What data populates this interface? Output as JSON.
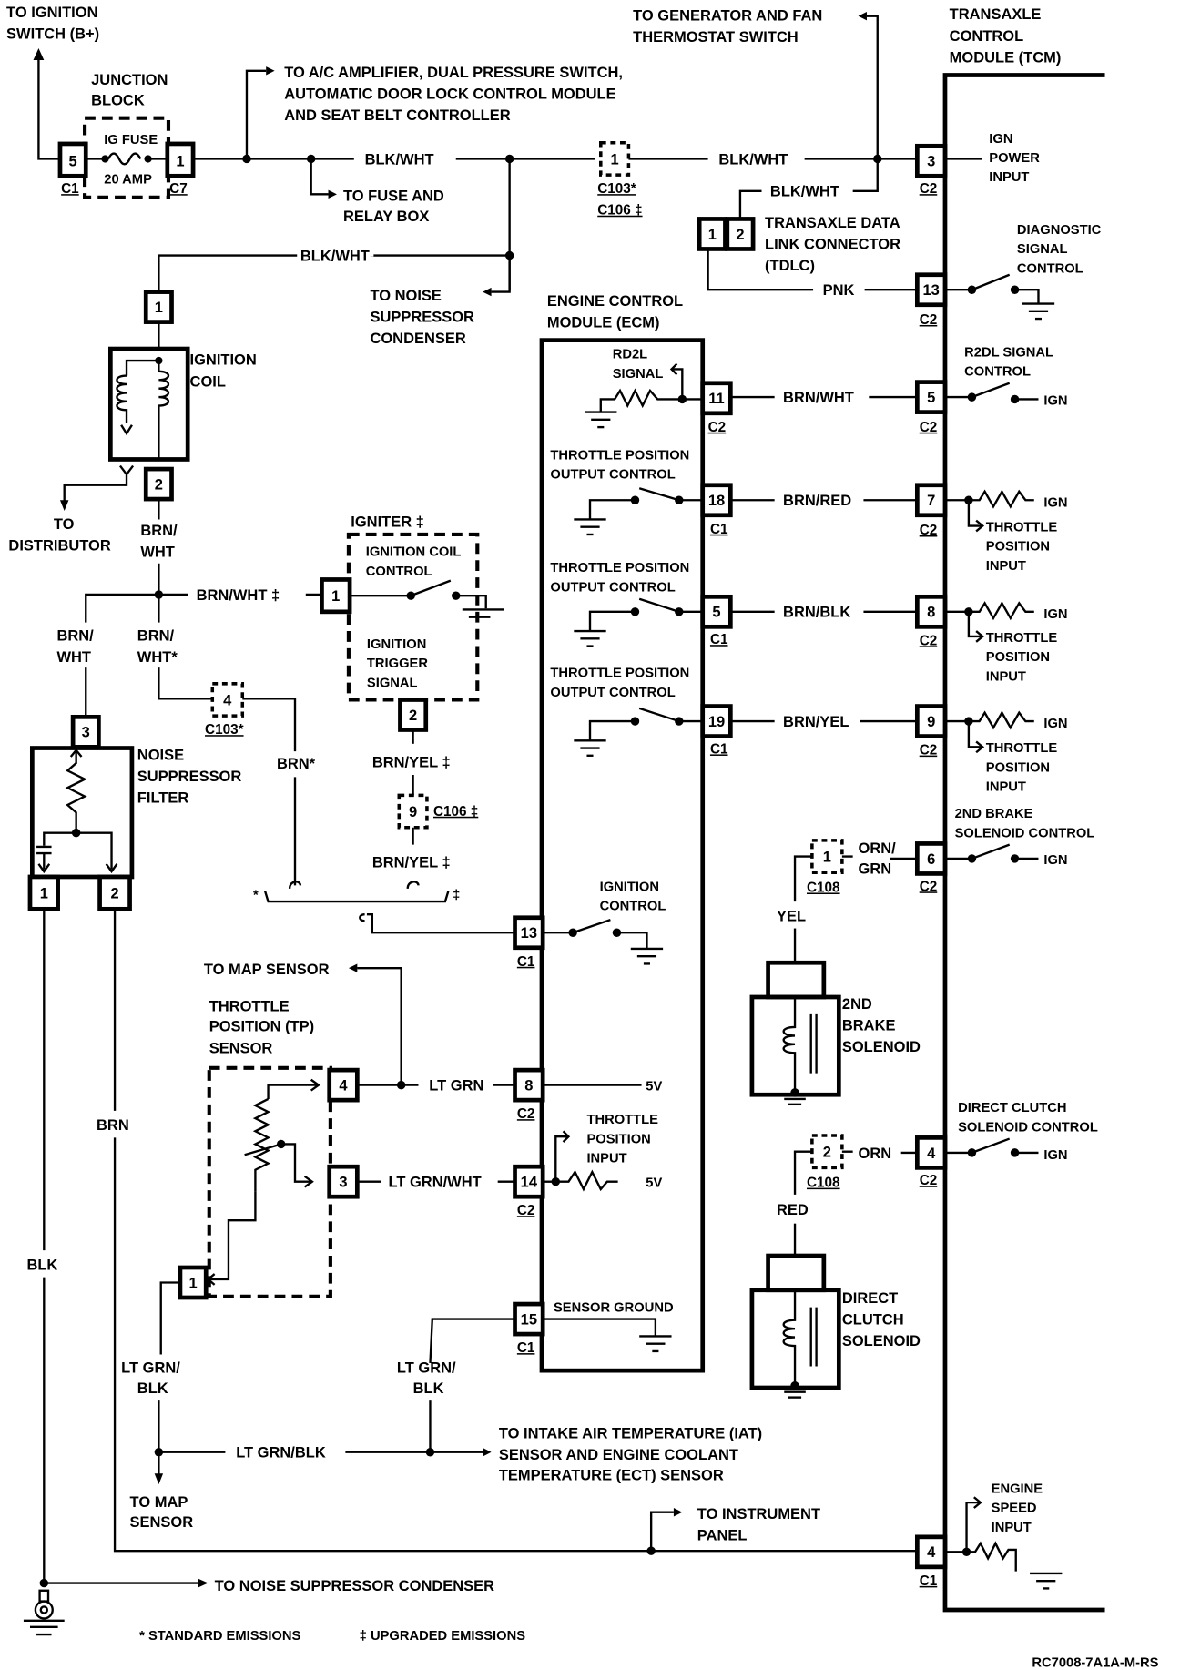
{
  "diagram": {
    "id_code": "RC7008-7A1A-M-RS",
    "legend": {
      "standard": "* STANDARD EMISSIONS",
      "upgraded": "‡ UPGRADED EMISSIONS"
    },
    "destinations": {
      "ignition_switch": [
        "TO IGNITION",
        "SWITCH (B+)"
      ],
      "ac_amp": [
        "TO A/C AMPLIFIER, DUAL PRESSURE SWITCH,",
        "AUTOMATIC DOOR LOCK CONTROL MODULE",
        "AND SEAT BELT CONTROLLER"
      ],
      "fuse_relay": [
        "TO FUSE AND",
        "RELAY BOX"
      ],
      "generator": [
        "TO GENERATOR AND FAN",
        "THERMOSTAT SWITCH"
      ],
      "noise_condenser_top": [
        "TO NOISE",
        "SUPPRESSOR",
        "CONDENSER"
      ],
      "distributor": [
        "TO",
        "DISTRIBUTOR"
      ],
      "map_sensor_top": "TO MAP SENSOR",
      "map_sensor_bottom": [
        "TO MAP",
        "SENSOR"
      ],
      "iat_ect": [
        "TO INTAKE AIR TEMPERATURE (IAT)",
        "SENSOR AND ENGINE COOLANT",
        "TEMPERATURE (ECT) SENSOR"
      ],
      "instrument_panel": [
        "TO INSTRUMENT",
        "PANEL"
      ],
      "noise_condenser_bottom": "TO NOISE SUPPRESSOR CONDENSER"
    },
    "components": {
      "junction_block": [
        "JUNCTION",
        "BLOCK"
      ],
      "ig_fuse": "IG FUSE",
      "fuse_rating": "20 AMP",
      "ignition_coil": [
        "IGNITION",
        "COIL"
      ],
      "igniter": "IGNITER ‡",
      "igniter_coil_control": [
        "IGNITION COIL",
        "CONTROL"
      ],
      "igniter_trigger": [
        "IGNITION",
        "TRIGGER",
        "SIGNAL"
      ],
      "noise_filter": [
        "NOISE",
        "SUPPRESSOR",
        "FILTER"
      ],
      "tp_sensor": [
        "THROTTLE",
        "POSITION (TP)",
        "SENSOR"
      ],
      "ecm": [
        "ENGINE CONTROL",
        "MODULE (ECM)"
      ],
      "tcm": [
        "TRANSAXLE",
        "CONTROL",
        "MODULE (TCM)"
      ],
      "tdlc": [
        "TRANSAXLE DATA",
        "LINK CONNECTOR",
        "(TDLC)"
      ],
      "brake_solenoid": [
        "2ND",
        "BRAKE",
        "SOLENOID"
      ],
      "clutch_solenoid": [
        "DIRECT",
        "CLUTCH",
        "SOLENOID"
      ]
    },
    "ecm_internal": {
      "rd2l": [
        "RD2L",
        "SIGNAL"
      ],
      "tp_output": [
        "THROTTLE POSITION",
        "OUTPUT CONTROL"
      ],
      "ignition_control": [
        "IGNITION",
        "CONTROL"
      ],
      "tp_input": [
        "THROTTLE",
        "POSITION",
        "INPUT"
      ],
      "sensor_ground": "SENSOR GROUND",
      "five_v": "5V"
    },
    "tcm_internal": {
      "ign_power": [
        "IGN",
        "POWER",
        "INPUT"
      ],
      "diag_signal": [
        "DIAGNOSTIC",
        "SIGNAL",
        "CONTROL"
      ],
      "r2dl": [
        "R2DL SIGNAL",
        "CONTROL"
      ],
      "tp_input": [
        "THROTTLE",
        "POSITION",
        "INPUT"
      ],
      "brake_control": [
        "2ND BRAKE",
        "SOLENOID CONTROL"
      ],
      "clutch_control": [
        "DIRECT CLUTCH",
        "SOLENOID CONTROL"
      ],
      "engine_speed": [
        "ENGINE",
        "SPEED",
        "INPUT"
      ],
      "ign": "IGN"
    },
    "wires": {
      "blk_wht": "BLK/WHT",
      "pnk": "PNK",
      "brn_wht": "BRN/WHT",
      "brn_red": "BRN/RED",
      "brn_blk": "BRN/BLK",
      "brn_yel": "BRN/YEL",
      "brn_wht_up": "BRN/WHT ‡",
      "brn_wht_split": [
        "BRN/",
        "WHT"
      ],
      "brn_wht_std": [
        "BRN/",
        "WHT*"
      ],
      "brn_std": "BRN*",
      "brn_yel_up": "BRN/YEL ‡",
      "brn": "BRN",
      "blk": "BLK",
      "lt_grn": "LT GRN",
      "lt_grn_wht": "LT GRN/WHT",
      "lt_grn_blk": "LT GRN/BLK",
      "lt_grn_blk_split": [
        "LT GRN/",
        "BLK"
      ],
      "orn_grn": [
        "ORN/",
        "GRN"
      ],
      "orn": "ORN",
      "yel": "YEL",
      "red": "RED",
      "star": "*",
      "dagger": "‡"
    },
    "connectors": {
      "c1": "C1",
      "c2": "C2",
      "c7": "C7",
      "c103": "C103*",
      "c106": "C106 ‡",
      "c106b": "C106 ‡",
      "c108": "C108",
      "c103b": "C103*"
    },
    "pins": {
      "jb_in": "5",
      "jb_out": "1",
      "c103_1": "1",
      "tcm_3": "3",
      "tcm_13": "13",
      "tcm_5": "5",
      "tcm_7": "7",
      "tcm_8": "8",
      "tcm_9": "9",
      "tcm_6": "6",
      "tcm_4a": "4",
      "tcm_4b": "4",
      "tdlc_1": "1",
      "tdlc_2": "2",
      "coil_1": "1",
      "coil_2": "2",
      "ign_1": "1",
      "ign_2": "2",
      "c103_4": "4",
      "c106_9": "9",
      "nsf_3": "3",
      "nsf_1": "1",
      "nsf_2": "2",
      "ecm_11": "11",
      "ecm_18": "18",
      "ecm_5": "5",
      "ecm_19": "19",
      "ecm_13": "13",
      "ecm_8": "8",
      "ecm_14": "14",
      "ecm_15": "15",
      "tp_4": "4",
      "tp_3": "3",
      "tp_1": "1",
      "c108_1": "1",
      "c108_2": "2"
    }
  }
}
